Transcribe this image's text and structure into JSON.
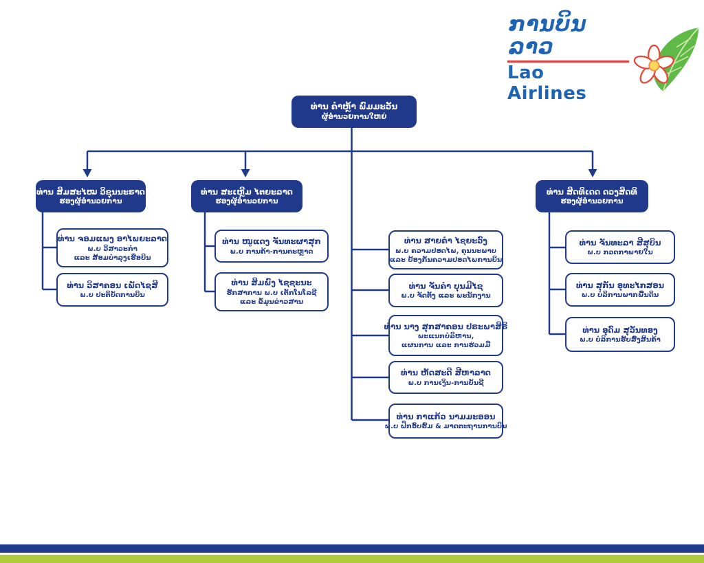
{
  "logo": {
    "lao_text": "ການບິນລາວ",
    "latin_text": "Lao Airlines",
    "flower_icon": "frangipani-flower-with-leaf",
    "colors": {
      "blue": "#1F64B4",
      "red": "#E6403C",
      "leaf_green": "#5FB947",
      "petal_center": "#FFD95C"
    }
  },
  "org_chart": {
    "director": {
      "name": "ທ່ານ ຄຳຫຼ້າ ພົມມະວັນ",
      "title": "ຜູ້ອຳນວຍການໃຫຍ່"
    },
    "deputy_left": {
      "name": "ທ່ານ ສິມສະໄໝ ວິຊຸນນະຣາດ",
      "title": "ຮອງຜູ້ອຳນວຍການ"
    },
    "deputy_middle": {
      "name": "ທ່ານ ສະເຫຼີມ ໄຕຍະລາດ",
      "title": "ຮອງຜູ້ອຳນວຍການ"
    },
    "deputy_right": {
      "name": "ທ່ານ ສິດທິເດດ ດວງສິດທິ",
      "title": "ຮອງຜູ້ອຳນວຍການ"
    },
    "left_children": [
      {
        "name": "ທ່ານ ຈອມແພງ ອາໄພຍະລາດ",
        "lines": [
          "ພ.ບ ວິສາວະກຳ",
          "ແລະ ສ້ອມບໍາລຸງເຮືອບິນ"
        ]
      },
      {
        "name": "ທ່ານ ວິສາຄອນ ເພັດໄຊສີ",
        "lines": [
          "ພ.ບ ປະຕິບັດການບິນ"
        ]
      }
    ],
    "middle_children": [
      {
        "name": "ທ່ານ ໜູແດງ ຈັນທະຜາສຸກ",
        "lines": [
          "ພ.ບ ການຄ້າ-ການຕະຫຼາດ"
        ]
      },
      {
        "name": "ທ່ານ ສິມພົງ ໄຊຊະນະ",
        "lines": [
          "ຮັກສາການ ພ.ບ ເຕັກໂນໂລຊີ",
          "ແລະ ຂໍ້ມູນຂ່າວສານ"
        ]
      }
    ],
    "center_children": [
      {
        "name": "ທ່ານ ສາຍຄຳ ໄຊຍະວົງ",
        "lines": [
          "ພ.ບ ຄວາມປອດໄພ, ຄຸນນະພາບ",
          "ແລະ ປ້ອງກັນຄວາມປອດໄພການບິນ"
        ]
      },
      {
        "name": "ທ່ານ ຈັນຄຳ ບຸນມີໄຊ",
        "lines": [
          "ພ.ບ ຈັດຕັ້ງ ແລະ ພະນັກງານ"
        ]
      },
      {
        "name": "ທ່ານ ນາງ ສຸກສາຄອນ ປຣະພາສິຣິ",
        "lines": [
          "ພະແນກບໍລິຫານ,",
          "ແຜນການ ແລະ ການຮ່ວມມື"
        ]
      },
      {
        "name": "ທ່ານ ຫັດສະດີ ສີຫາລາດ",
        "lines": [
          "ພ.ບ ການເງິນ-ການບັນຊີ"
        ]
      },
      {
        "name": "ທ່ານ ກາແກ້ວ ນາມມະອອນ",
        "lines": [
          "ພ.ບ ຝຶກອົບຮົມ & ມາດຕະຖານການບິນ"
        ]
      }
    ],
    "right_children": [
      {
        "name": "ທ່ານ ຈັນທະລາ ສີສຸບິນ",
        "lines": [
          "ພ.ບ ກວດກາພາຍໃນ"
        ]
      },
      {
        "name": "ທ່ານ ສຸກັນ ອຸທະໄກສອນ",
        "lines": [
          "ພ.ບ ບໍລິການພາກພື້ນດິນ"
        ]
      },
      {
        "name": "ທ່ານ ອຸດົມ ສຸວັນທອງ",
        "lines": [
          "ພ.ບ ບໍລິການຮັບສົ່ງສິນຄ້າ"
        ]
      }
    ]
  },
  "footer": {
    "bar_colors": [
      "#21398B",
      "#AFCA3B"
    ]
  }
}
